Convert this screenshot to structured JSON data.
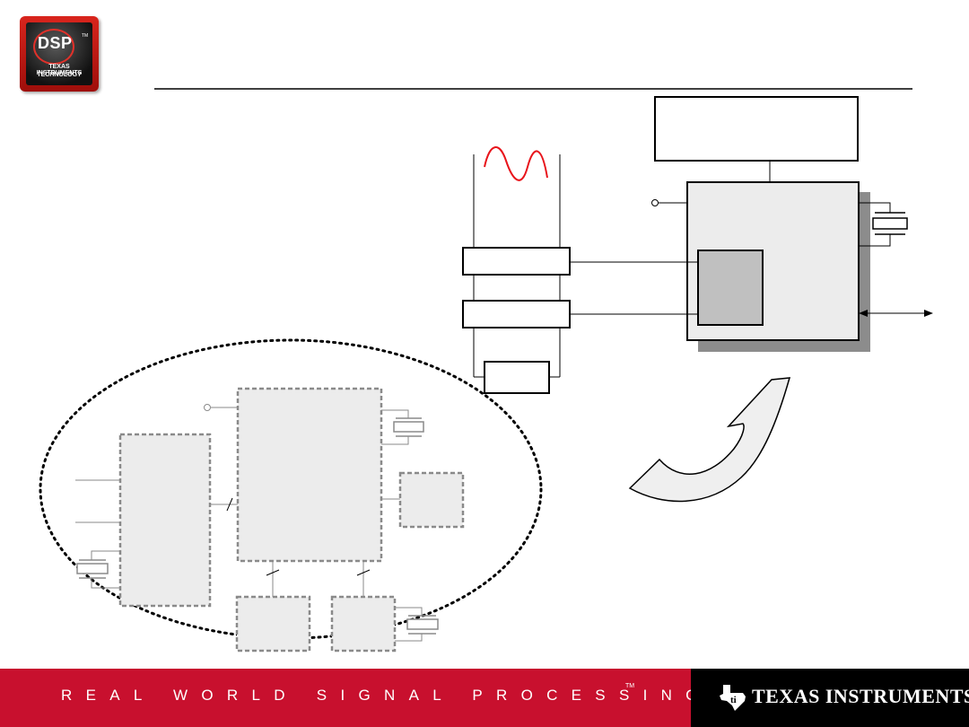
{
  "logo": {
    "mark": "DSP",
    "trademark": "TM",
    "line1": "TEXAS INSTRUMENTS",
    "line2": "TECHNOLOGY"
  },
  "footer": {
    "tagline": "REAL WORLD SIGNAL PROCESSING",
    "trademark": "TM",
    "brand": "TEXAS INSTRUMENTS",
    "brand_icon": "texas-state-ti-icon"
  },
  "colors": {
    "footer_red": "#c8102e",
    "footer_black": "#000000",
    "sine_wave": "#e8141b",
    "chip_fill": "#ececec",
    "core_fill": "#c0c0c0",
    "shadow": "#8c8c8c",
    "dashed_gray": "#8a8a8a"
  },
  "icons": [
    "crystal-oscillator-icon",
    "curved-arrow-icon",
    "sine-wave-icon",
    "bidirectional-arrow-icon"
  ]
}
